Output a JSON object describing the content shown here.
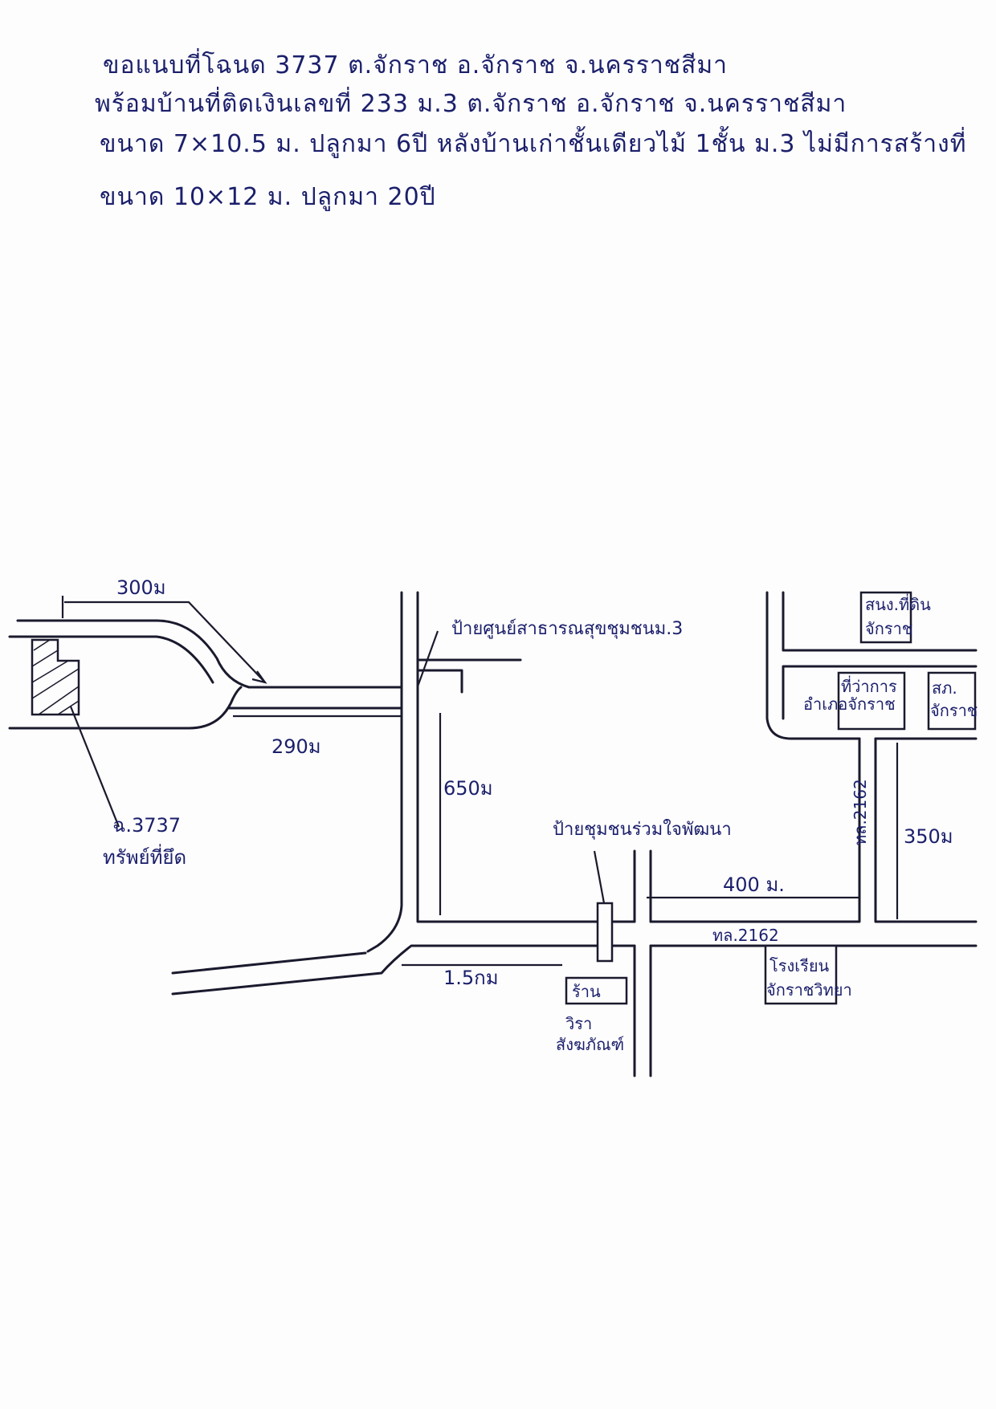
{
  "notes": [
    "ขอแนบที่โฉนด 3737 ต.จักราช อ.จักราช จ.นครราชสีมา",
    "พร้อมบ้านที่ติดเงินเลขที่ 233 ม.3 ต.จักราช อ.จักราช จ.นครราชสีมา",
    "ขนาด 7×10.5 ม. ปลูกมา 6ปี หลังบ้านเก่าชั้นเดียวไม้ 1ชั้น ม.3 ไม่มีการสร้างที่",
    "ขนาด 10×12 ม. ปลูกมา 20ปี"
  ],
  "map": {
    "dim_300": "300ม",
    "dim_290": "290ม",
    "dim_650": "650ม",
    "dim_1_5km": "1.5กม",
    "dim_400": "400 ม.",
    "dim_350": "350ม",
    "road_2162_vertical": "ทล.2162",
    "road_2162_horizontal": "ทล.2162",
    "sign_health": "ป้ายศูนย์สาธารณสุขชุมชนม.3",
    "sign_community": "ป้ายชุมชนร่วมใจพัฒนา",
    "parcel_no": "ฉ.3737",
    "parcel_desc": "ทรัพย์ที่ยึด",
    "land_office": [
      "สนง.ที่ดิน",
      "จักราช"
    ],
    "district_office": [
      "ที่ว่าการ",
      "อำเภอจักราช"
    ],
    "police": [
      "สภ.",
      "จักราช"
    ],
    "shop": [
      "ร้าน",
      "วิรา",
      "สังฆภัณฑ์"
    ],
    "school": [
      "โรงเรียน",
      "จักราชวิทยา"
    ]
  },
  "colors": {
    "ink": "#1b1f6b",
    "line": "#1a1a2e",
    "paper": "#fdfdfd"
  }
}
